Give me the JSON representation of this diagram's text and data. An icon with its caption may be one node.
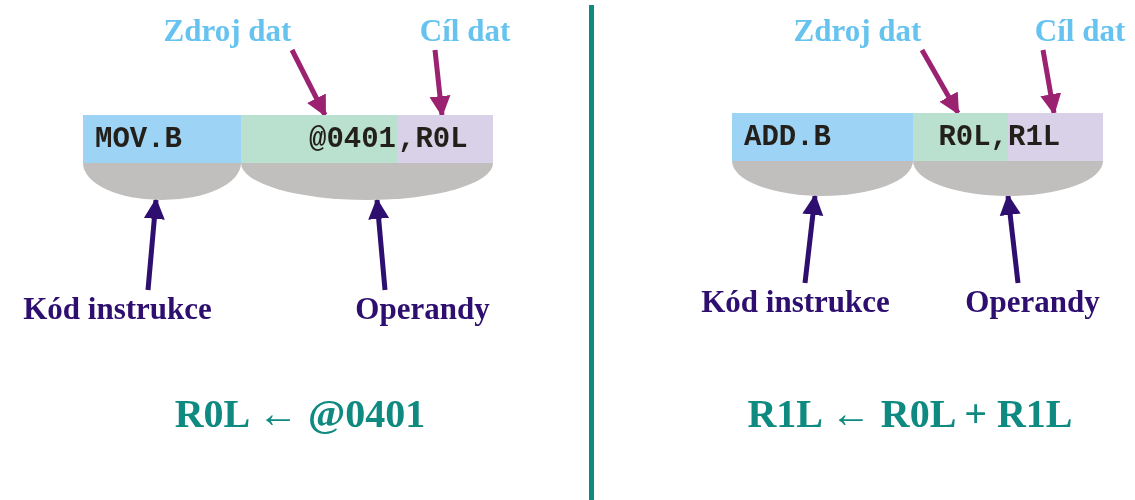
{
  "diagram": {
    "nodes": [
      {
        "text": [
          "Zdroj dat"
        ]
      },
      {
        "text": [
          "Cíl dat"
        ]
      },
      {
        "text": [
          "MOV.B"
        ]
      },
      {
        "text": [
          "@0401"
        ]
      },
      {
        "text": [
          ",R0L"
        ]
      },
      {
        "text": [],
        "shape": "ellipse"
      },
      {
        "text": [],
        "shape": "ellipse"
      },
      {
        "text": [
          "Kód instrukce"
        ]
      },
      {
        "text": [
          "Operandy"
        ]
      },
      {
        "text": [
          "Zdroj dat"
        ]
      },
      {
        "text": [
          "Cíl dat"
        ]
      },
      {
        "text": [
          "ADD.B"
        ]
      },
      {
        "text": [
          "R0L,"
        ]
      },
      {
        "text": [
          "R1L"
        ]
      },
      {
        "text": [],
        "shape": "ellipse"
      },
      {
        "text": [],
        "shape": "ellipse"
      },
      {
        "text": [
          "Kód instrukce"
        ]
      },
      {
        "text": [
          "Operandy"
        ]
      }
    ],
    "edges": [
      {
        "from": 0,
        "to": 3,
        "arrow": "to",
        "color": "#9b2271"
      },
      {
        "from": 1,
        "to": 4,
        "arrow": "to",
        "color": "#9b2271"
      },
      {
        "from": 7,
        "to": 5,
        "arrow": "to",
        "color": "#2e0f70"
      },
      {
        "from": 8,
        "to": 6,
        "arrow": "to",
        "color": "#2e0f70"
      },
      {
        "from": 9,
        "to": 12,
        "arrow": "to",
        "color": "#9b2271"
      },
      {
        "from": 10,
        "to": 13,
        "arrow": "to",
        "color": "#9b2271"
      },
      {
        "from": 16,
        "to": 14,
        "arrow": "to",
        "color": "#2e0f70"
      },
      {
        "from": 17,
        "to": 15,
        "arrow": "to",
        "color": "#2e0f70"
      }
    ],
    "labels": [
      "R0L ← @0401",
      "R1L ← R0L + R1L"
    ]
  }
}
